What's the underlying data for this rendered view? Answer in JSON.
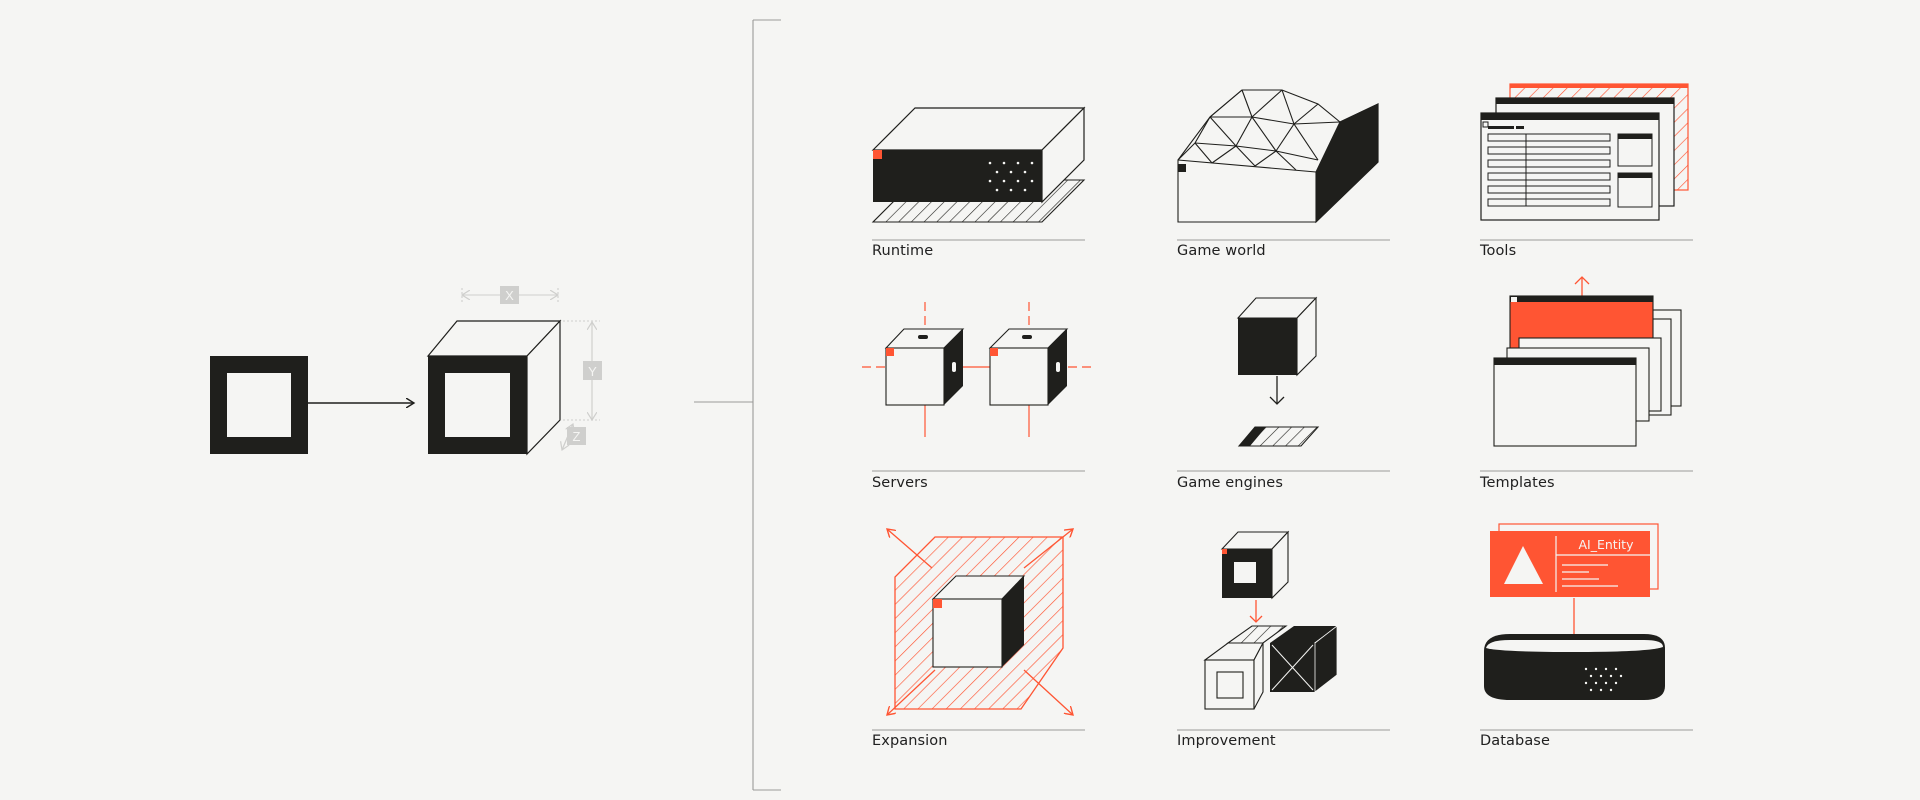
{
  "colors": {
    "background": "#f5f5f3",
    "ink": "#1f1f1c",
    "accent": "#ff5533",
    "faint": "#cfcfcd",
    "rule": "#9a9a98"
  },
  "left_figure": {
    "axis_x_label": "X",
    "axis_y_label": "Y",
    "axis_z_label": "Z"
  },
  "grid": {
    "cells": [
      {
        "label": "Runtime",
        "icon": "server-box-icon"
      },
      {
        "label": "Game world",
        "icon": "terrain-mesh-icon"
      },
      {
        "label": "Tools",
        "icon": "editor-windows-icon"
      },
      {
        "label": "Servers",
        "icon": "connected-cubes-icon"
      },
      {
        "label": "Game engines",
        "icon": "cube-drop-icon"
      },
      {
        "label": "Templates",
        "icon": "stacked-pages-icon"
      },
      {
        "label": "Expansion",
        "icon": "expanding-cube-icon"
      },
      {
        "label": "Improvement",
        "icon": "cube-upgrade-icon"
      },
      {
        "label": "Database",
        "icon": "entity-database-icon"
      }
    ],
    "database_card_title": "AI_Entity"
  }
}
